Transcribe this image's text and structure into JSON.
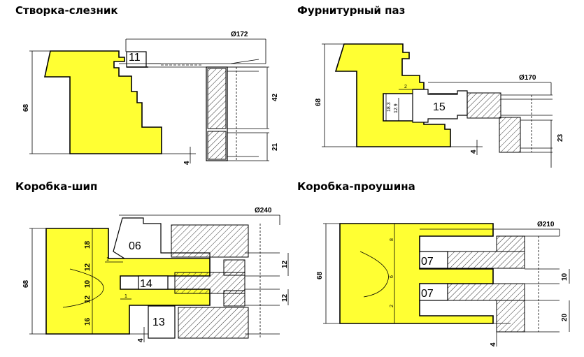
{
  "titles": {
    "t1": "Створка-слезник",
    "t2": "Фурнитурный паз",
    "t3": "Коробка-шип",
    "t4": "Коробка-проушина"
  },
  "d1": {
    "dia": "Ø172",
    "h": "68",
    "knife": "11",
    "v42": "42",
    "v21": "21",
    "v4": "4"
  },
  "d2": {
    "dia": "Ø170",
    "h": "68",
    "knife": "15",
    "v23": "23",
    "v4": "4",
    "s2": "2",
    "s183": "18.3",
    "s129": "12.9"
  },
  "d3": {
    "dia": "Ø240",
    "h": "68",
    "k1": "06",
    "k2": "14",
    "k3": "13",
    "v18": "18",
    "v12a": "12",
    "v10": "10",
    "v12b": "12",
    "v16": "16",
    "r12a": "12",
    "r12b": "12",
    "v4": "4",
    "s1a": "1",
    "s1b": "1"
  },
  "d4": {
    "dia": "Ø210",
    "h": "68",
    "k1": "07",
    "k2": "07",
    "v10": "10",
    "v20": "20",
    "v4": "4",
    "s8": "8",
    "s6": "6",
    "s2": "2"
  },
  "colors": {
    "profile": "#ffff33",
    "line": "#000000"
  }
}
